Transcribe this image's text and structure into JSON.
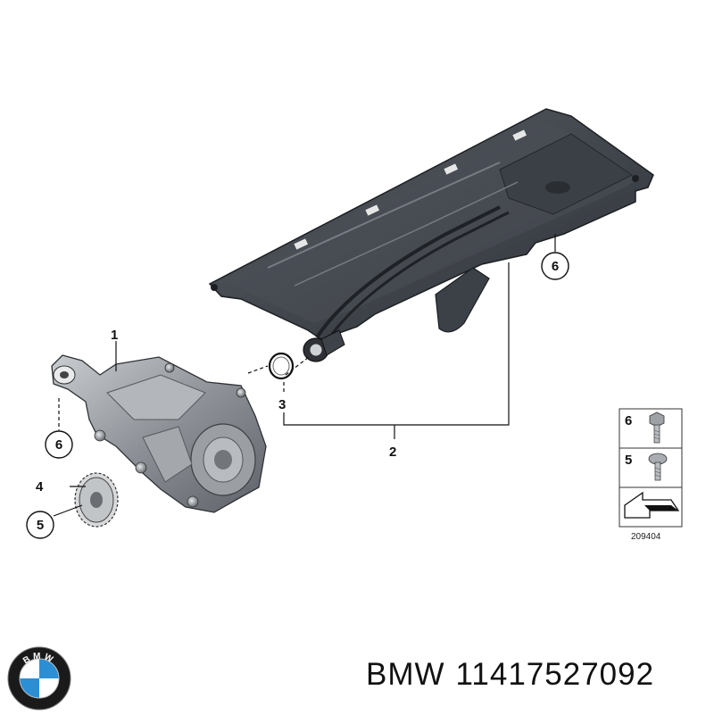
{
  "callouts": {
    "c1": "1",
    "c2": "2",
    "c3": "3",
    "c4": "4",
    "c5": "5",
    "c6_pan": "6",
    "c6_pump": "6"
  },
  "legend": {
    "row6": "6",
    "row5": "5",
    "diagram_number": "209404"
  },
  "brand": {
    "name": "BMW",
    "part_number": "11417527092",
    "logo_letters": "BMW",
    "colors": {
      "logo_blue": "#2b8fd6",
      "logo_ring": "#1a1a1a"
    }
  }
}
